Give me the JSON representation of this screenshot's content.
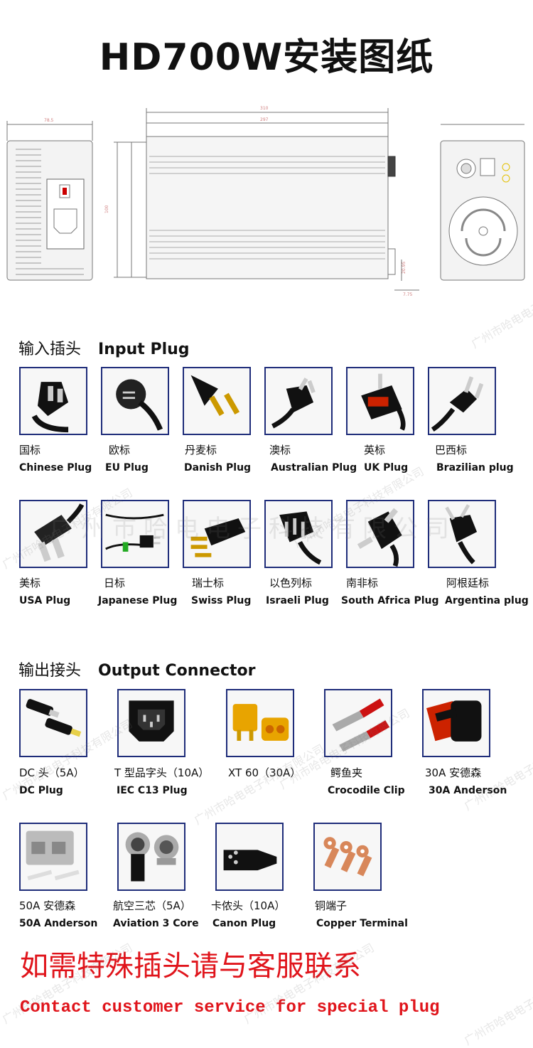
{
  "title": "HD700W安装图纸",
  "input_section": {
    "cn": "输入插头",
    "en": "Input Plug"
  },
  "input_plugs": [
    {
      "cn": "国标",
      "en": "Chinese Plug"
    },
    {
      "cn": "欧标",
      "en": "EU Plug"
    },
    {
      "cn": "丹麦标",
      "en": "Danish Plug"
    },
    {
      "cn": "澳标",
      "en": "Australian Plug"
    },
    {
      "cn": "英标",
      "en": "UK Plug"
    },
    {
      "cn": "巴西标",
      "en": "Brazilian plug"
    },
    {
      "cn": "美标",
      "en": "USA Plug"
    },
    {
      "cn": "日标",
      "en": "Japanese Plug"
    },
    {
      "cn": "瑞士标",
      "en": "Swiss Plug"
    },
    {
      "cn": "以色列标",
      "en": "Israeli Plug"
    },
    {
      "cn": "南非标",
      "en": "South Africa Plug"
    },
    {
      "cn": "阿根廷标",
      "en": "Argentina plug"
    }
  ],
  "output_section": {
    "cn": "输出接头",
    "en": "Output Connector"
  },
  "output_connectors": [
    {
      "cn": "DC 头（5A）",
      "en": "DC Plug"
    },
    {
      "cn": "T 型品字头（10A）",
      "en": "IEC C13 Plug"
    },
    {
      "cn": "XT 60（30A）",
      "en": ""
    },
    {
      "cn": "鳄鱼夹",
      "en": "Crocodile Clip"
    },
    {
      "cn": "30A 安德森",
      "en": "30A Anderson"
    },
    {
      "cn": "50A 安德森",
      "en": "50A Anderson"
    },
    {
      "cn": "航空三芯（5A）",
      "en": "Aviation 3 Core"
    },
    {
      "cn": "卡侬头（10A）",
      "en": "Canon Plug"
    },
    {
      "cn": "铜端子",
      "en": "Copper Terminal"
    }
  ],
  "contact_cn": "如需特殊插头请与客服联系",
  "contact_en": "Contact customer service for special plug",
  "watermark": "广州市哈电电子科技有限公司",
  "colors": {
    "tile_border": "#1f2d7a",
    "contact": "#e0141b"
  }
}
